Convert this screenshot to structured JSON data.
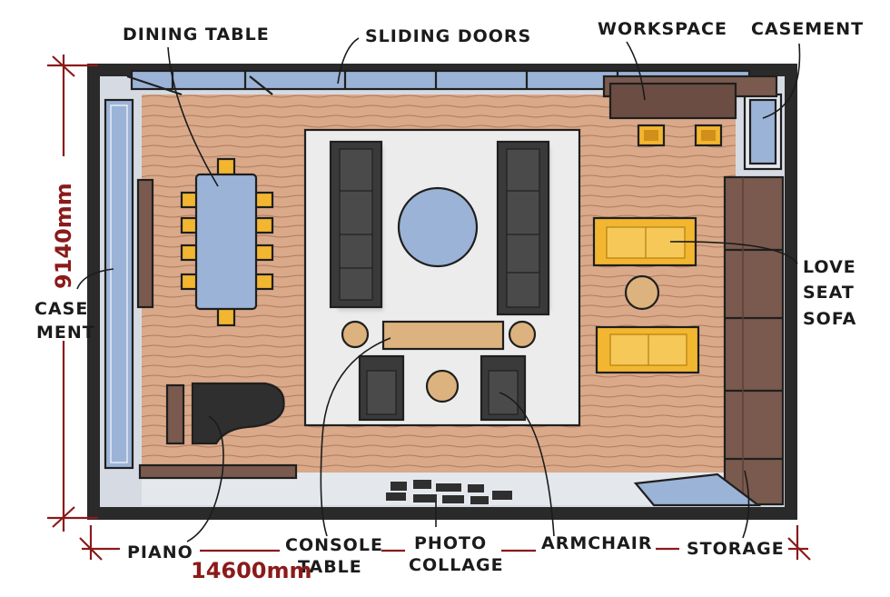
{
  "labels": {
    "dining_table": "DINING TABLE",
    "sliding_doors": "SLIDING DOORS",
    "workspace": "WORKSPACE",
    "casement_top": "CASEMENT",
    "casement_left_1": "CASE",
    "casement_left_2": "MENT",
    "love_seat_1": "LOVE",
    "love_seat_2": "SEAT",
    "love_seat_3": "SOFA",
    "piano": "PIANO",
    "console_1": "CONSOLE",
    "console_2": "TABLE",
    "photo_1": "PHOTO",
    "photo_2": "COLLAGE",
    "armchair": "ARMCHAIR",
    "storage": "STORAGE"
  },
  "dimensions": {
    "height": "9140mm",
    "width": "14600mm"
  },
  "colors": {
    "wall": "#2a2a2a",
    "floor": "#d9a98a",
    "floor_lines": "#b07a5c",
    "rug": "#ececec",
    "glass": "#9bb3d6",
    "sofa": "#3a3a3a",
    "yellow": "#f2b630",
    "wood": "#7a5a4e",
    "tan": "#dcb27e",
    "dimension": "#8b1a1a"
  }
}
